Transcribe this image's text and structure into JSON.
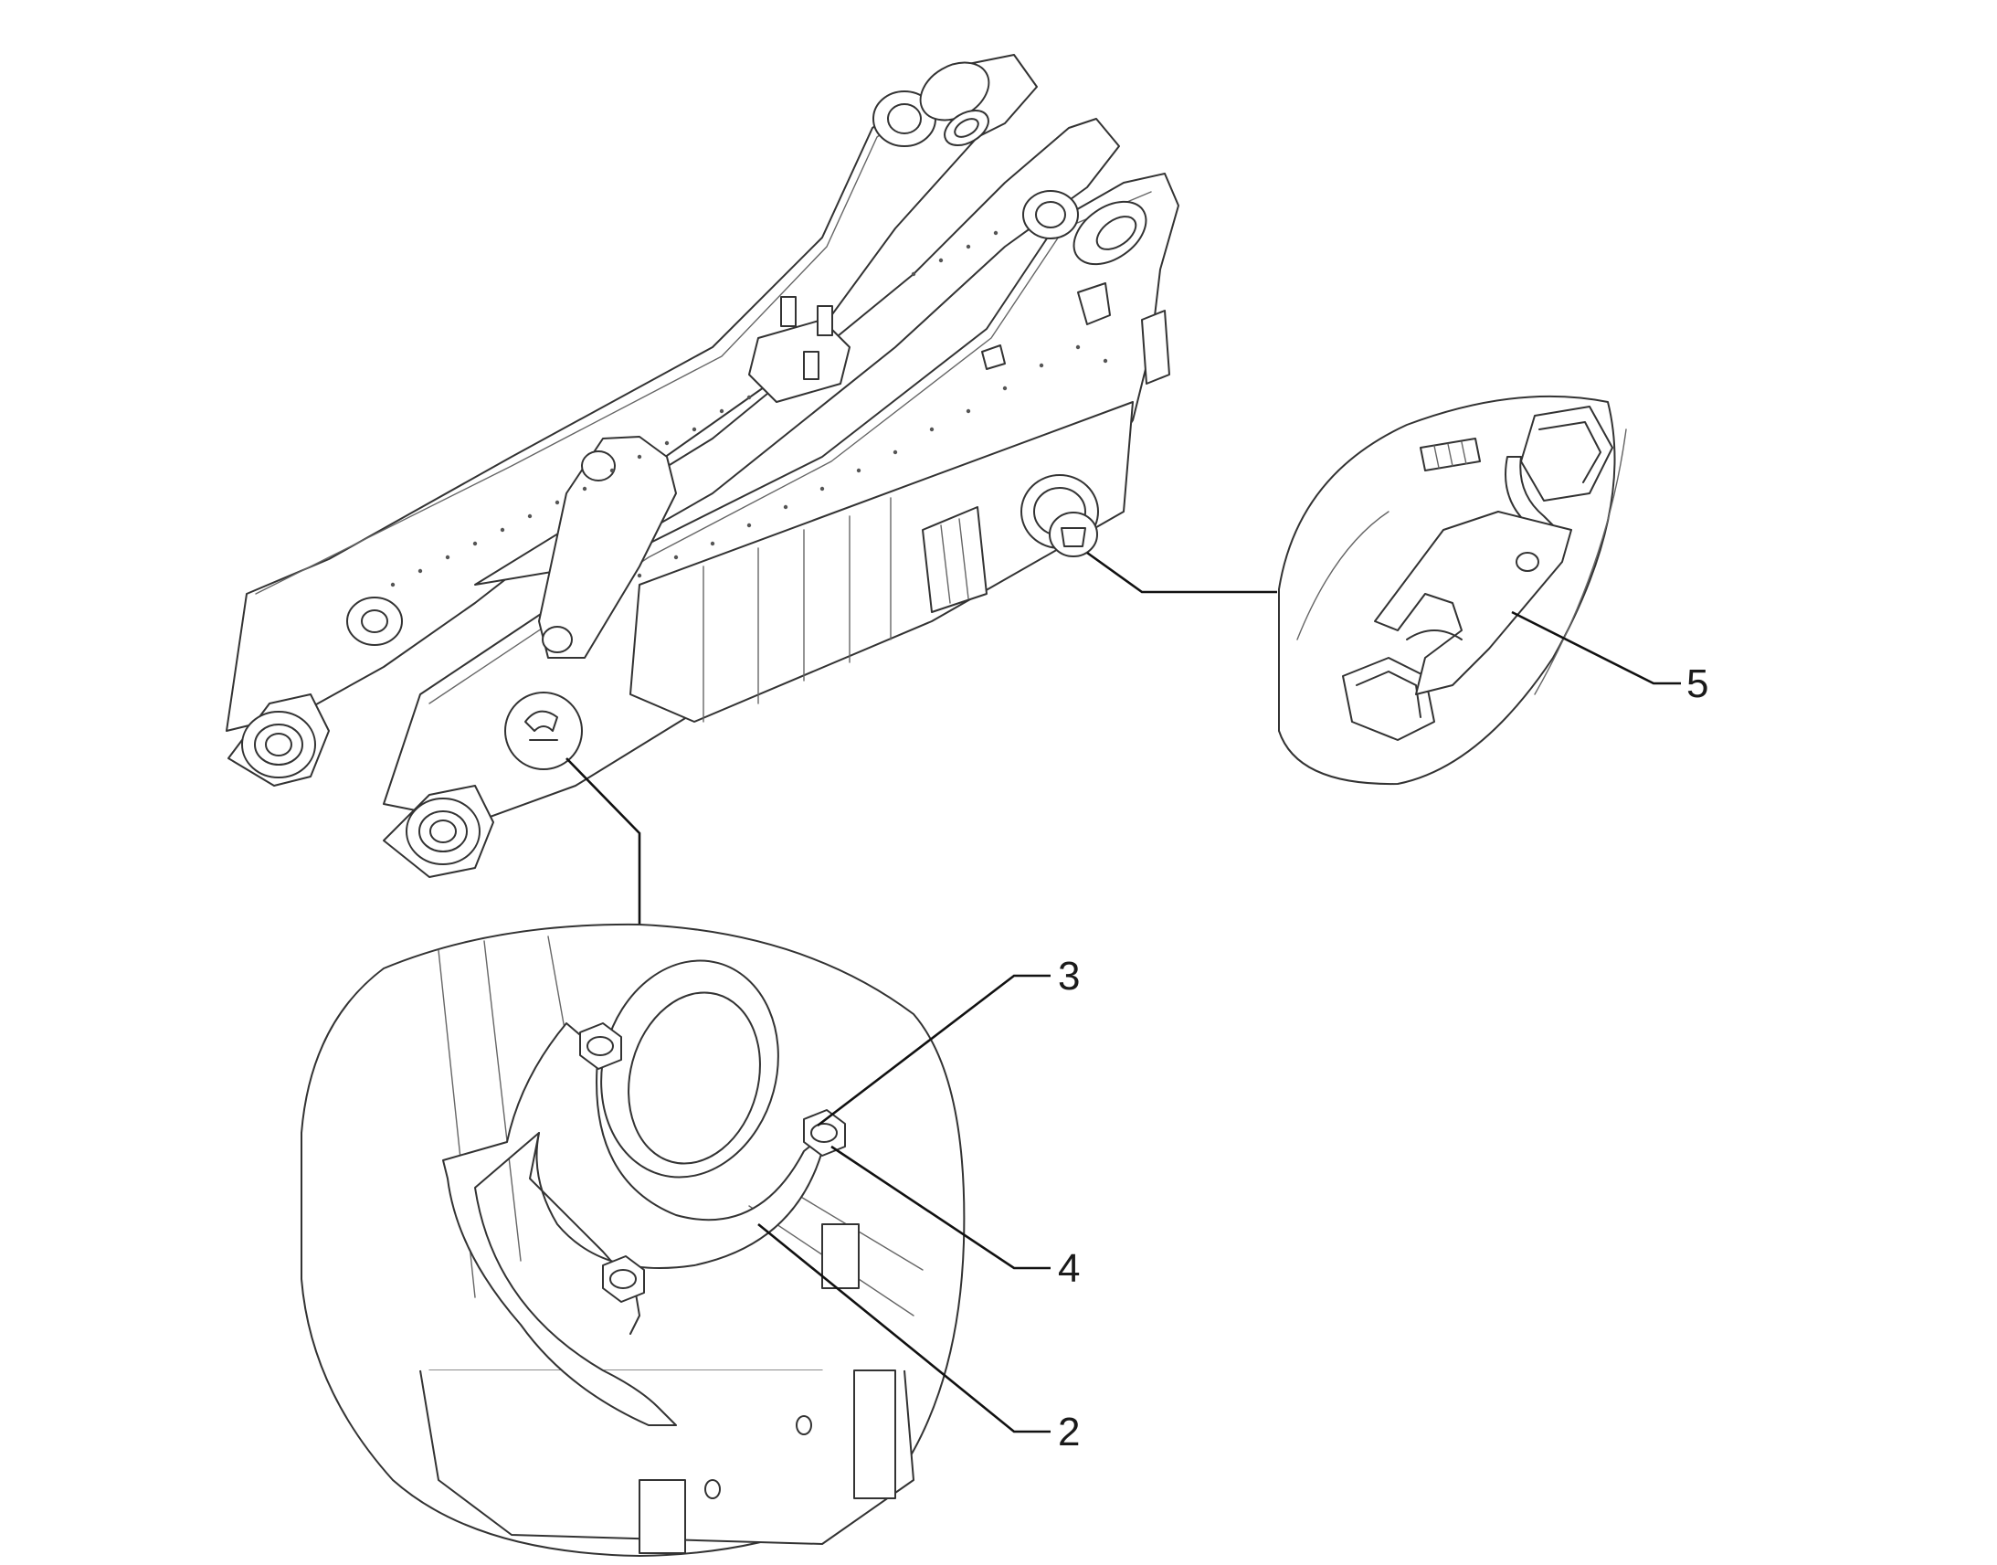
{
  "diagram": {
    "background_color": "#ffffff",
    "line_color": "#333333",
    "callouts": [
      {
        "id": "callout-3",
        "label": "3"
      },
      {
        "id": "callout-4",
        "label": "4"
      },
      {
        "id": "callout-2",
        "label": "2"
      },
      {
        "id": "callout-5",
        "label": "5"
      }
    ]
  }
}
